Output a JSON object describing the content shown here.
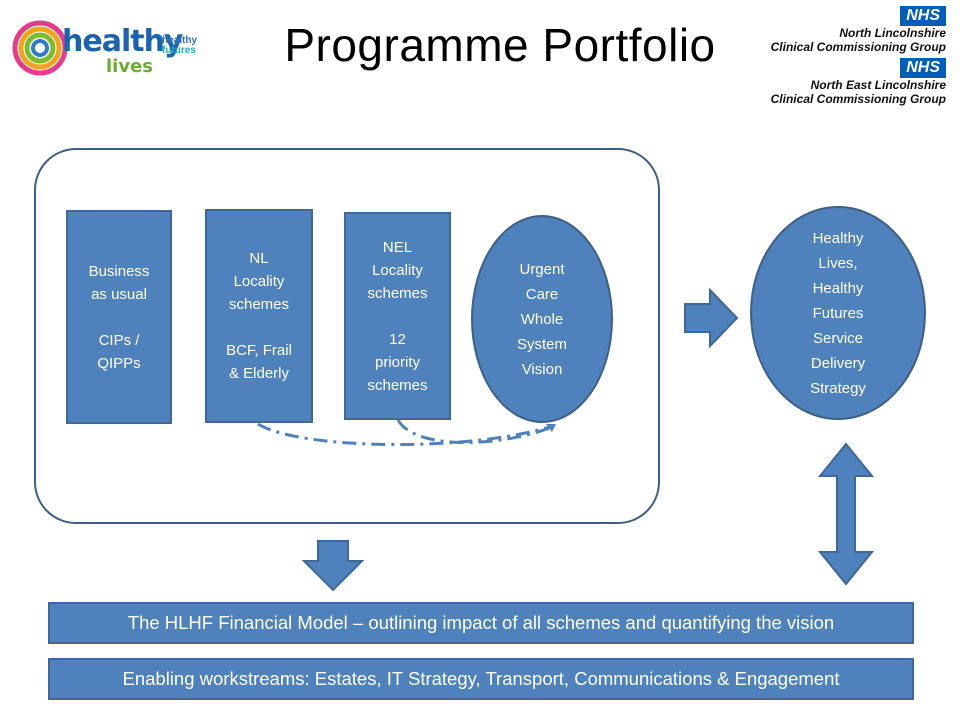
{
  "header": {
    "title": "Programme Portfolio",
    "logo": {
      "healthy": "healthy",
      "lives": "lives",
      "futures_line1": "healthy",
      "futures_line2": "futures"
    },
    "nhs_orgs": [
      {
        "badge": "NHS",
        "line1": "North Lincolnshire",
        "line2": "Clinical Commissioning Group"
      },
      {
        "badge": "NHS",
        "line1": "North East Lincolnshire",
        "line2": "Clinical Commissioning Group"
      }
    ]
  },
  "boxes": {
    "business": {
      "line1": "Business",
      "line2": "as usual",
      "line3": "CIPs /",
      "line4": "QIPPs"
    },
    "nl": {
      "line1": "NL",
      "line2": "Locality",
      "line3": "schemes",
      "line4": "BCF, Frail",
      "line5": "& Elderly"
    },
    "nel": {
      "line1": "NEL",
      "line2": "Locality",
      "line3": "schemes",
      "line4": "12",
      "line5": "priority",
      "line6": "schemes"
    },
    "urgent_care": {
      "line1": "Urgent",
      "line2": "Care",
      "line3": "Whole",
      "line4": "System",
      "line5": "Vision"
    },
    "hlhf": {
      "line1": "Healthy",
      "line2": "Lives,",
      "line3": "Healthy",
      "line4": "Futures",
      "line5": "Service",
      "line6": "Delivery",
      "line7": "Strategy"
    }
  },
  "bars": {
    "financial_model": "The HLHF Financial Model – outlining impact of all schemes and quantifying the vision",
    "enabling": "Enabling workstreams: Estates, IT Strategy, Transport, Communications & Engagement"
  },
  "colors": {
    "box_fill": "#4f81bd",
    "box_border": "#3f6897",
    "container_border": "#3e5f86"
  }
}
